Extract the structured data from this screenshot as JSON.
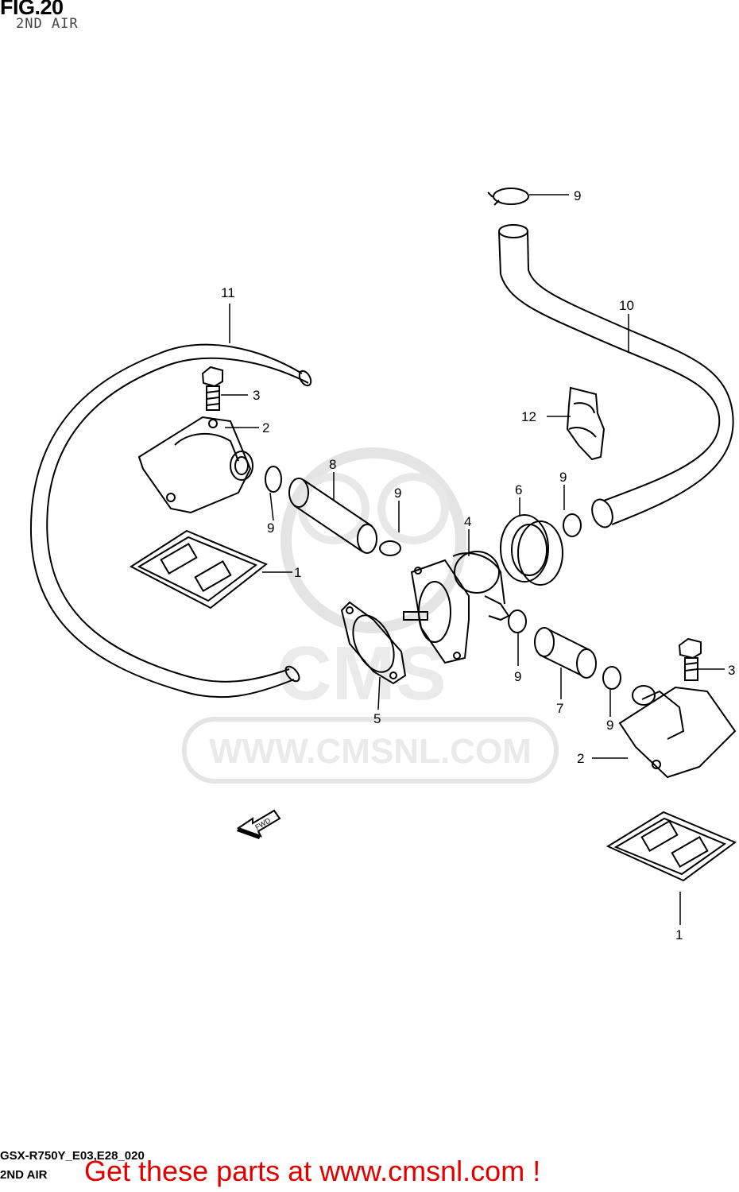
{
  "figure": {
    "title": "FIG.20",
    "subtitle": "2ND AIR",
    "model_code": "GSX-R750Y_E03,E28_020",
    "model_sub": "2ND AIR",
    "fwd_label": "FWD"
  },
  "watermark": {
    "brand": "CMS",
    "url": "WWW.CMSNL.COM",
    "color": "#d9d9d9"
  },
  "callouts": [
    "9",
    "11",
    "10",
    "3",
    "12",
    "2",
    "8",
    "9",
    "6",
    "9",
    "9",
    "4",
    "9",
    "1",
    "3",
    "9",
    "5",
    "7",
    "9",
    "2",
    "1"
  ],
  "banner": {
    "text": "Get these parts at www.cmsnl.com !",
    "color": "#e00000"
  }
}
